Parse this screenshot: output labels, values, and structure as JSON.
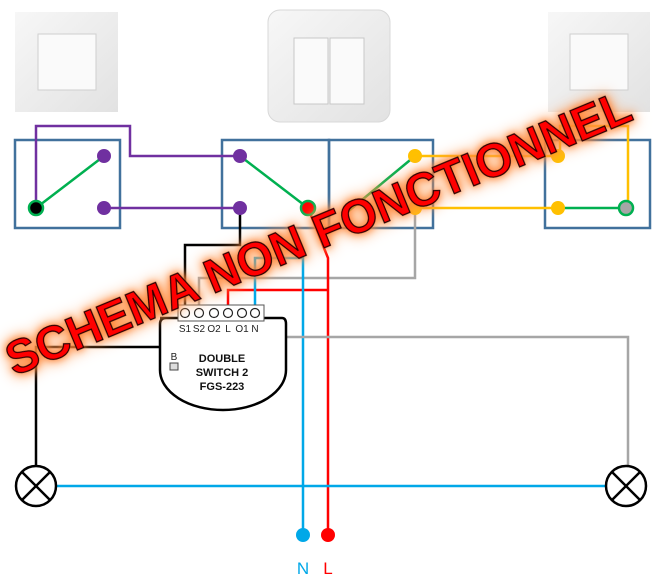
{
  "module": {
    "terminals": [
      "S1",
      "S2",
      "O2",
      "L",
      "O1",
      "N"
    ],
    "button_label": "B",
    "name_line1": "DOUBLE",
    "name_line2": "SWITCH 2",
    "model": "FGS-223"
  },
  "supply": {
    "neutral_label": "N",
    "live_label": "L"
  },
  "stamp_text": "SCHEMA NON FONCTIONNEL",
  "colors": {
    "neutral": "#00a8e8",
    "live": "#ff0000",
    "traveler_left": "#7030a0",
    "traveler_right": "#ffc000",
    "contact": "#00b050",
    "switched": "#a6a6a6",
    "box": "#41719c"
  }
}
